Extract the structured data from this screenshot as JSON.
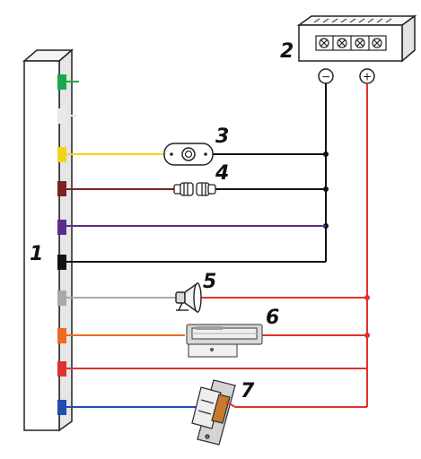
{
  "labels": {
    "controller": "1",
    "power_supply": "2",
    "exit_button": "3",
    "door_sensor": "4",
    "siren": "5",
    "magnetic_lock": "6",
    "electric_strike": "7"
  },
  "terminals": {
    "negative": "−",
    "positive": "+"
  },
  "colors": {
    "negative_wire": "#111111",
    "positive_wire": "#e0312a",
    "terminal_green": "#1aa84a",
    "terminal_white": "#e9e9e9",
    "terminal_yellow": "#f3d21c",
    "terminal_brown": "#7d2222",
    "terminal_purple": "#5b2d8c",
    "terminal_black": "#111111",
    "terminal_gray": "#a8a8a8",
    "terminal_orange": "#ef6a1e",
    "terminal_red": "#e0312a",
    "terminal_blue": "#1d4fb0"
  }
}
